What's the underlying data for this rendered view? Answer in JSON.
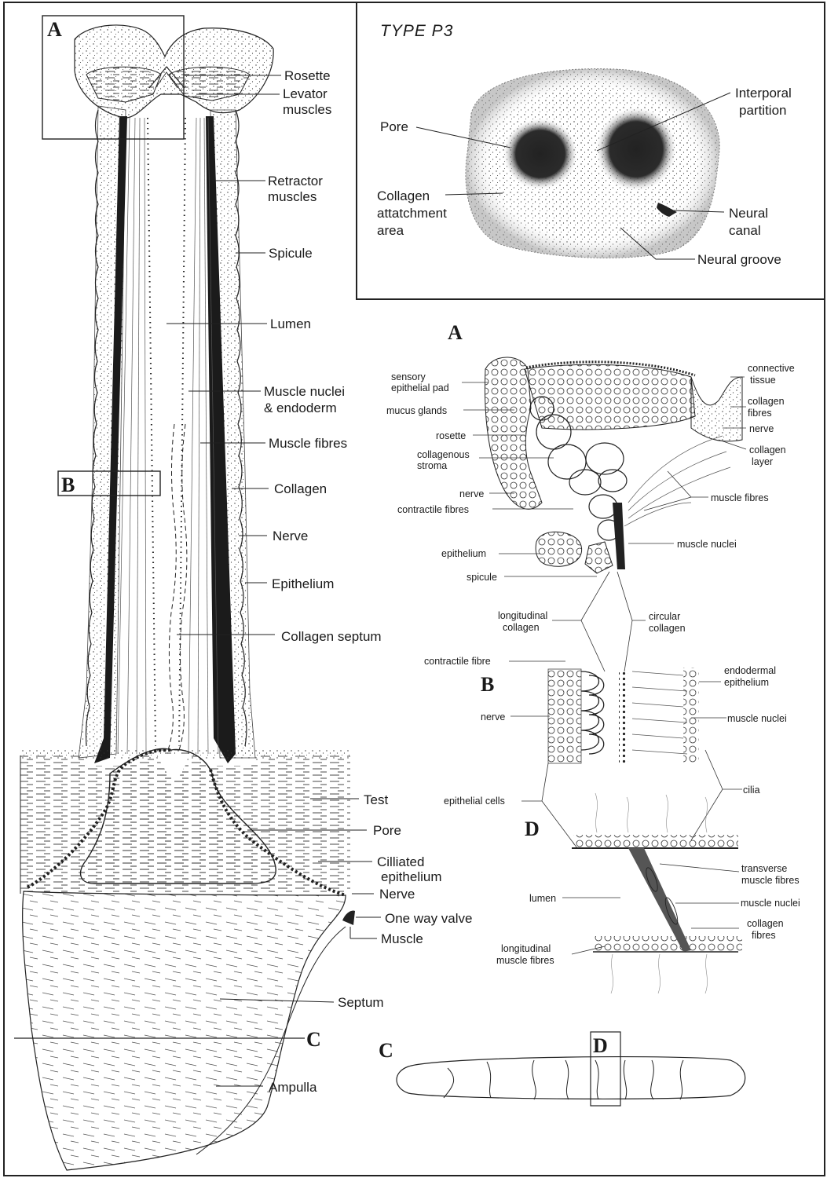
{
  "inset": {
    "title": "TYPE  P3",
    "labels": {
      "pore": "Pore",
      "interporal_1": "Interporal",
      "interporal_2": "partition",
      "collagen_1": "Collagen",
      "collagen_2": "attatchment",
      "collagen_3": "area",
      "neural_canal_1": "Neural",
      "neural_canal_2": "canal",
      "neural_groove": "Neural groove"
    }
  },
  "main_labels": {
    "rosette": "Rosette",
    "levator_1": "Levator",
    "levator_2": "muscles",
    "retractor_1": "Retractor",
    "retractor_2": "muscles",
    "spicule": "Spicule",
    "lumen": "Lumen",
    "muscle_nuclei_1": "Muscle nuclei",
    "muscle_nuclei_2": "& endoderm",
    "muscle_fibres": "Muscle fibres",
    "collagen": "Collagen",
    "nerve": "Nerve",
    "epithelium": "Epithelium",
    "collagen_septum": "Collagen  septum",
    "test": "Test",
    "pore": "Pore",
    "ciliated_1": "Cilliated",
    "ciliated_2": "epithelium",
    "nerve_2": "Nerve",
    "valve": "One  way valve",
    "muscle": "Muscle",
    "septum": "Septum",
    "ampulla": "Ampulla"
  },
  "letters": {
    "a_box": "A",
    "b_box": "B",
    "c_line": "C",
    "a_detail": "A",
    "b_detail": "B",
    "d_detail": "D",
    "c_detail": "C",
    "d_box": "D"
  },
  "detail_a": {
    "sensory_1": "sensory",
    "sensory_2": "epithelial pad",
    "mucus": "mucus  glands",
    "rosette": "rosette",
    "stroma_1": "collagenous",
    "stroma_2": "stroma",
    "nerve": "nerve",
    "contractile": "contractile  fibres",
    "epithelium": "epithelium",
    "spicule": "spicule",
    "connective_1": "connective",
    "connective_2": "tissue",
    "collagen_fibres_1": "collagen",
    "collagen_fibres_2": "fibres",
    "nerve_r": "nerve",
    "collagen_layer_1": "collagen",
    "collagen_layer_2": "layer",
    "muscle_fibres": "muscle fibres",
    "muscle_nuclei": "muscle nuclei"
  },
  "detail_b": {
    "long_col_1": "longitudinal",
    "long_col_2": "collagen",
    "circ_col_1": "circular",
    "circ_col_2": "collagen",
    "contractile_fibre": "contractile  fibre",
    "nerve": "nerve",
    "endodermal_1": "endodermal",
    "endodermal_2": "epithelium",
    "muscle_nuclei": "muscle  nuclei"
  },
  "detail_d": {
    "epithelial_cells": "epithelial cells",
    "cilia": "cilia",
    "transverse_1": "transverse",
    "transverse_2": "muscle fibres",
    "lumen": "lumen",
    "muscle_nuclei": "muscle nuclei",
    "collagen_fibres_1": "collagen",
    "collagen_fibres_2": "fibres",
    "longitudinal_1": "longitudinal",
    "longitudinal_2": "muscle fibres"
  }
}
